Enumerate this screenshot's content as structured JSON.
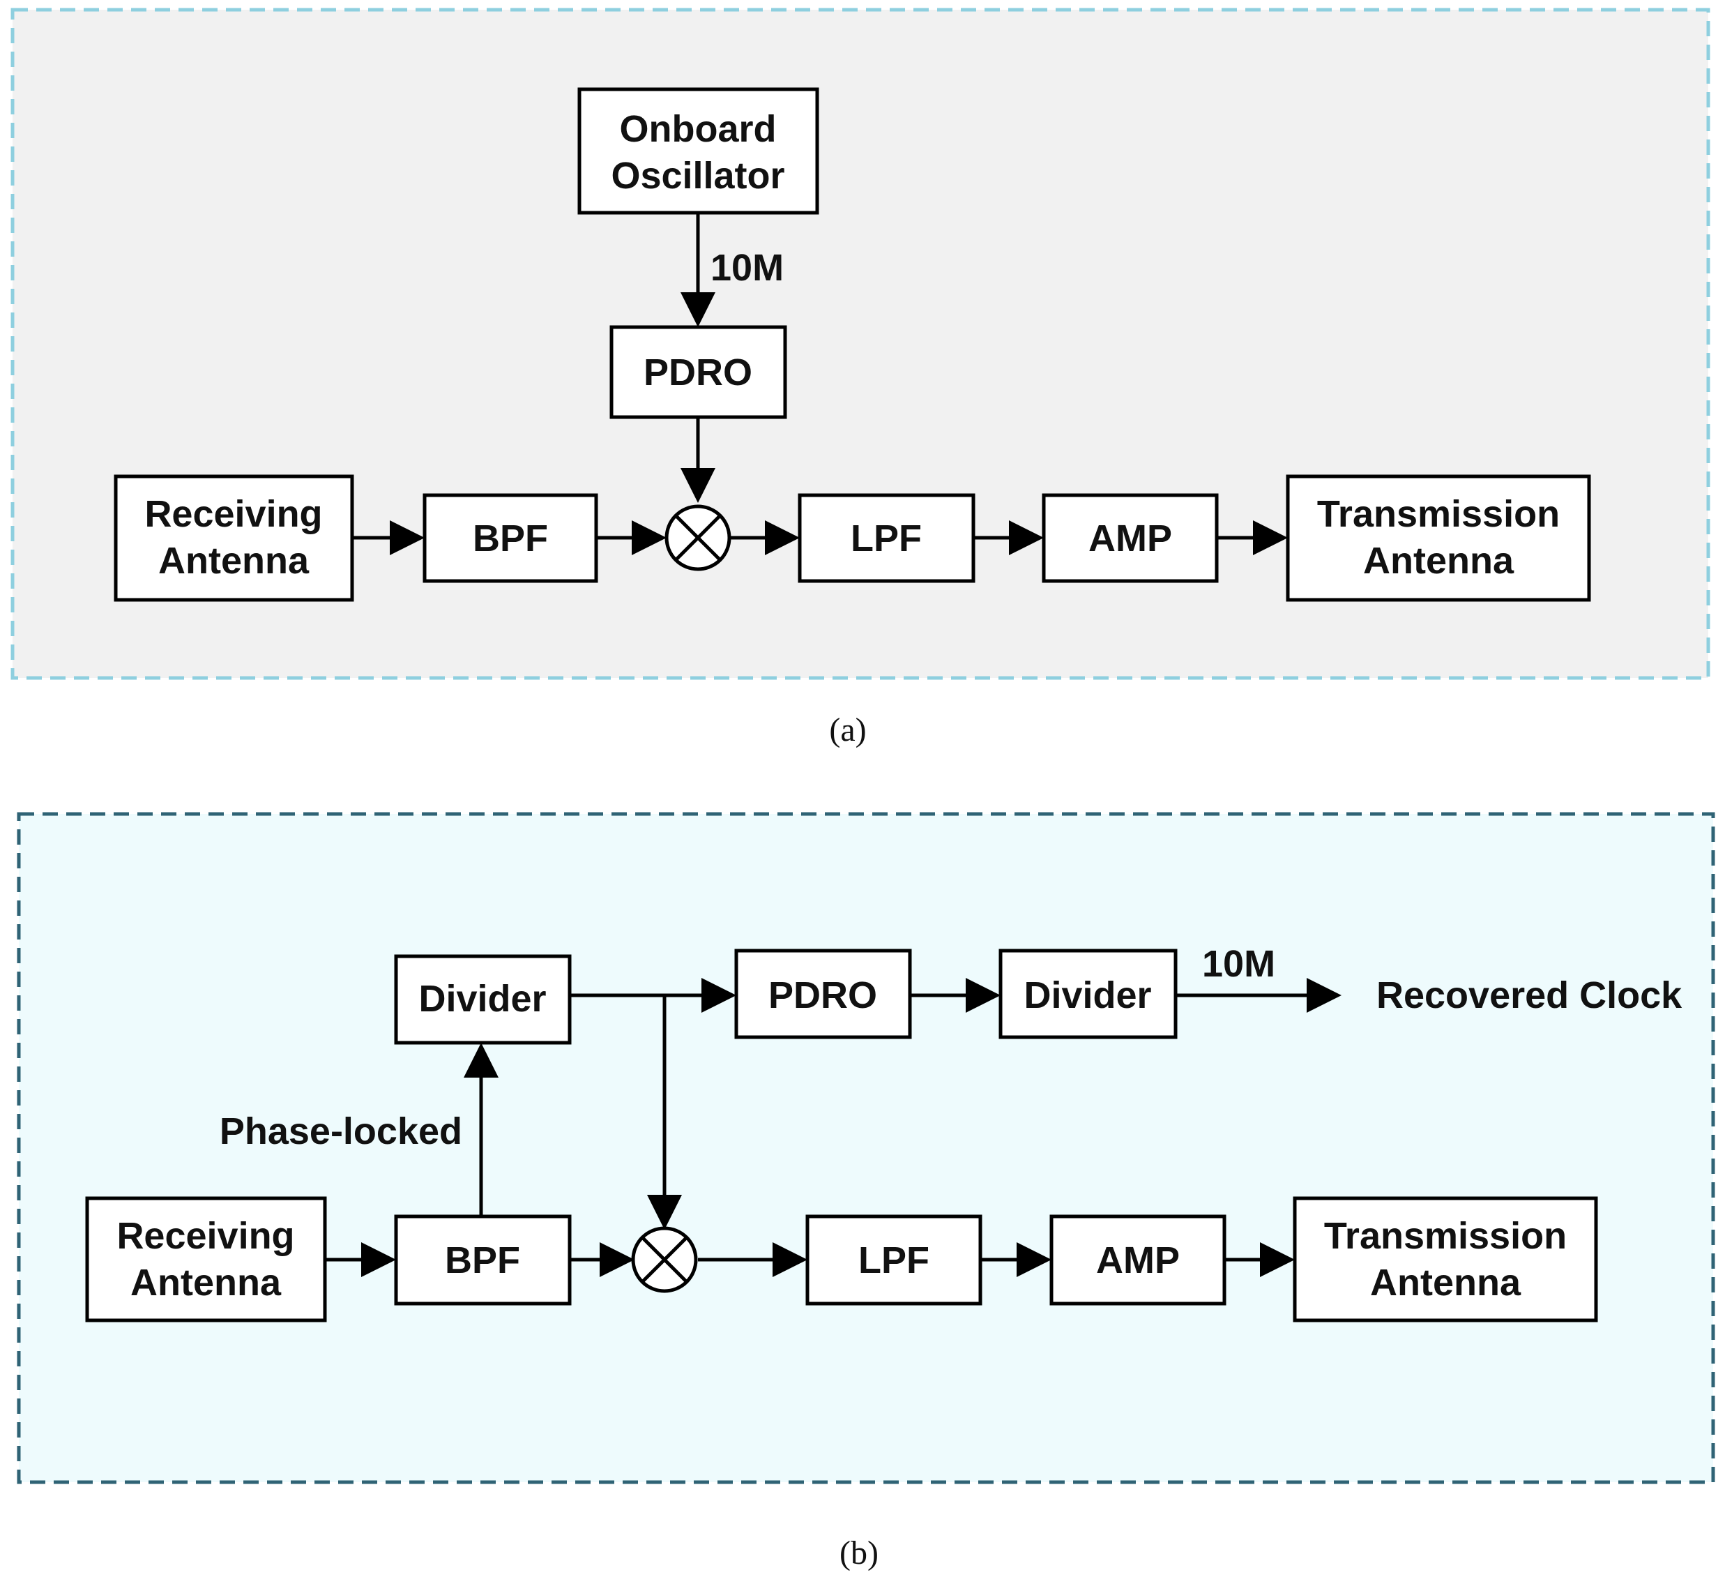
{
  "colors": {
    "panel_a_bg": "#f1f1f1",
    "panel_a_border": "#8ecfdf",
    "panel_b_bg": "#eefbfd",
    "panel_b_border": "#2f6375"
  },
  "panel_a": {
    "caption": "(a)",
    "onboard_oscillator": [
      "Onboard",
      "Oscillator"
    ],
    "osc_signal": "10M",
    "pdro": "PDRO",
    "receiving_antenna": [
      "Receiving",
      "Antenna"
    ],
    "bpf": "BPF",
    "mixer_icon": "mixer-cross-circle-icon",
    "lpf": "LPF",
    "amp": "AMP",
    "transmission_antenna": [
      "Transmission",
      "Antenna"
    ]
  },
  "panel_b": {
    "caption": "(b)",
    "divider_1": "Divider",
    "pdro": "PDRO",
    "divider_2": "Divider",
    "clock_signal": "10M",
    "recovered_clock": "Recovered Clock",
    "phase_locked": "Phase-locked",
    "receiving_antenna": [
      "Receiving",
      "Antenna"
    ],
    "bpf": "BPF",
    "mixer_icon": "mixer-cross-circle-icon",
    "lpf": "LPF",
    "amp": "AMP",
    "transmission_antenna": [
      "Transmission",
      "Antenna"
    ]
  }
}
